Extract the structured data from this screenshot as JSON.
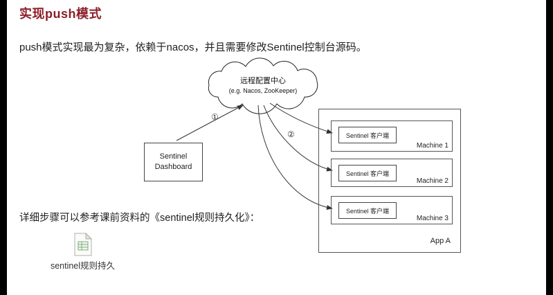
{
  "colors": {
    "title": "#8c1f28",
    "body_text": "#1f1f1f",
    "diagram_line": "#333333",
    "page_bg": "#ffffff",
    "side_bars": "#000000",
    "file_icon_accent": "#7fae7f"
  },
  "header": {
    "title": "实现push模式"
  },
  "content": {
    "intro": "push模式实现最为复杂，依赖于nacos，并且需要修改Sentinel控制台源码。",
    "reference": "详细步骤可以参考课前资料的《sentinel规则持久化》：",
    "attachment": {
      "label": "sentinel规则持久",
      "icon": "file-icon"
    }
  },
  "diagram": {
    "cloud": {
      "line1": "远程配置中心",
      "line2": "(e.g. Nacos, ZooKeeper)"
    },
    "dashboard": {
      "line1": "Sentinel",
      "line2": "Dashboard"
    },
    "labels": {
      "arrow1": "①",
      "arrow2": "②"
    },
    "app": {
      "label": "App A",
      "machines": [
        {
          "client": "Sentinel 客户端",
          "name": "Machine 1"
        },
        {
          "client": "Sentinel 客户端",
          "name": "Machine 2"
        },
        {
          "client": "Sentinel 客户端",
          "name": "Machine 3"
        }
      ]
    }
  }
}
